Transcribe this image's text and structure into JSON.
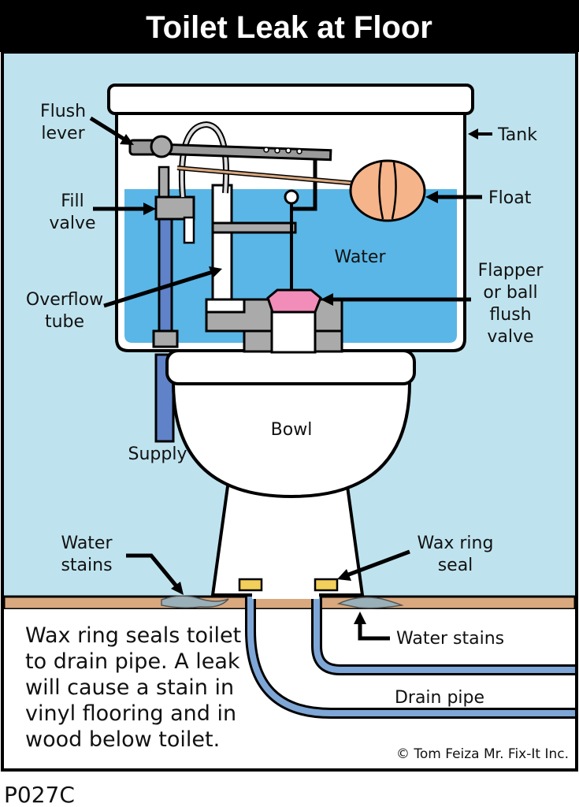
{
  "title": "Toilet Leak at Floor",
  "labels": {
    "flush_lever": [
      "Flush",
      "lever"
    ],
    "fill_valve": [
      "Fill",
      "valve"
    ],
    "overflow_tube": [
      "Overflow",
      "tube"
    ],
    "supply": "Supply",
    "tank": "Tank",
    "float": "Float",
    "water": "Water",
    "flapper": [
      "Flapper",
      "or ball",
      "flush",
      "valve"
    ],
    "bowl": "Bowl",
    "water_stains_left": [
      "Water",
      "stains"
    ],
    "wax_ring_seal": [
      "Wax ring",
      "seal"
    ],
    "water_stains_right": "Water stains",
    "drain_pipe": "Drain pipe"
  },
  "caption": [
    "Wax ring seals toilet",
    "to drain pipe.  A leak",
    "will cause a stain in",
    "vinyl flooring and in",
    "wood below toilet."
  ],
  "copyright": "© Tom Feiza Mr. Fix-It Inc.",
  "code": "P027C",
  "colors": {
    "background": "#bfe3ee",
    "water": "#5ab6e6",
    "float": "#f5b48a",
    "flapper": "#f28cb8",
    "floor": "#d9a87e",
    "wax": "#f2cf5a",
    "pipe": "#7ea6d6",
    "supply_pipe": "#5f82c8",
    "title_bar": "#000000"
  }
}
